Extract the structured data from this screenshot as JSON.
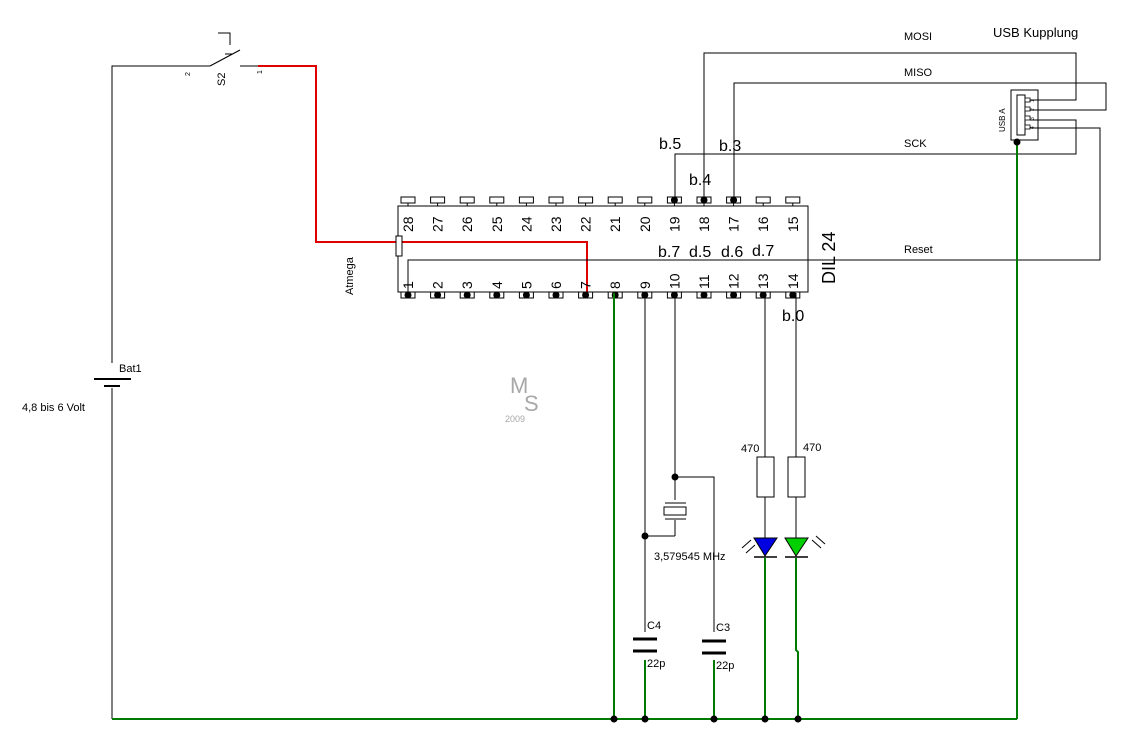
{
  "labels": {
    "usb_title": "USB Kupplung",
    "usb_connector": "USB A",
    "mosi": "MOSI",
    "miso": "MISO",
    "sck": "SCK",
    "reset": "Reset",
    "switch": "S2",
    "switch_pin1": "1",
    "switch_pin2": "2",
    "battery": "Bat1",
    "battery_voltage": "4,8 bis 6 Volt",
    "chip_name": "Atmega",
    "chip_package": "DIL 24",
    "port_b5": "b.5",
    "port_b4": "b.4",
    "port_b3": "b.3",
    "port_b7": "b.7",
    "port_d5": "d.5",
    "port_d6": "d.6",
    "port_d7": "d.7",
    "port_b0": "b.0",
    "resistor1": "470",
    "resistor2": "470",
    "crystal": "3,579545 MHz",
    "c4": "C4",
    "c4_value": "22p",
    "c3": "C3",
    "c3_value": "22p",
    "watermark_initials_m": "M",
    "watermark_initials_s": "S",
    "watermark_year": "2009"
  },
  "pins_top": [
    "28",
    "27",
    "26",
    "25",
    "24",
    "23",
    "22",
    "21",
    "20",
    "19",
    "18",
    "17",
    "16",
    "15"
  ],
  "pins_bottom": [
    "1",
    "2",
    "3",
    "4",
    "5",
    "6",
    "7",
    "8",
    "9",
    "10",
    "11",
    "12",
    "13",
    "14"
  ],
  "usb_pins": [
    "1",
    "2",
    "3",
    "4"
  ],
  "colors": {
    "ground_wire": "#007a00",
    "switch_wire": "#e00000",
    "led1": "#0000e0",
    "led2": "#00d000"
  }
}
